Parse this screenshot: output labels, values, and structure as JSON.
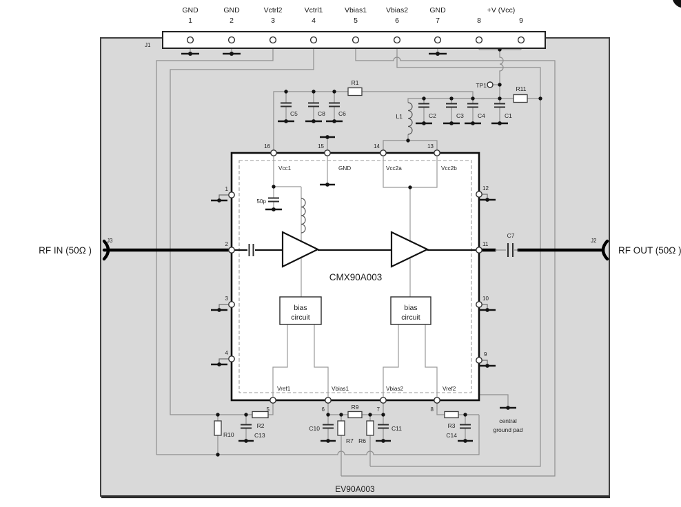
{
  "page": {
    "board_ref": "EV90A003"
  },
  "j1": {
    "ref": "J1",
    "pin_names": [
      "GND",
      "GND",
      "Vctrl2",
      "Vctrl1",
      "Vbias1",
      "Vbias2",
      "GND"
    ],
    "vcc_name": "+V (Vcc)",
    "pin_numbers": [
      "1",
      "2",
      "3",
      "4",
      "5",
      "6",
      "7",
      "8",
      "9"
    ]
  },
  "rf": {
    "in_label": "RF IN (50Ω )",
    "out_label": "RF OUT (50Ω )",
    "j3_ref": "J3",
    "j2_ref": "J2"
  },
  "chip": {
    "part_number": "CMX90A003",
    "top_labels": [
      "Vcc1",
      "GND",
      "Vcc2a",
      "Vcc2b"
    ],
    "bottom_labels": [
      "Vref1",
      "Vbias1",
      "Vbias2",
      "Vref2"
    ],
    "pin_numbers_top": [
      "16",
      "15",
      "14",
      "13"
    ],
    "pin_numbers_bottom": [
      "5",
      "6",
      "7",
      "8"
    ],
    "pin_numbers_left": [
      "1",
      "2",
      "3",
      "4"
    ],
    "pin_numbers_right": [
      "12",
      "11",
      "10",
      "9"
    ],
    "internal_cap": "50p",
    "bias_line1": "bias",
    "bias_line2": "circuit"
  },
  "components": {
    "r1": "R1",
    "r2": "R2",
    "r3": "R3",
    "r6": "R6",
    "r7": "R7",
    "r9": "R9",
    "r10": "R10",
    "r11": "R11",
    "c1": "C1",
    "c2": "C2",
    "c3": "C3",
    "c4": "C4",
    "c5": "C5",
    "c6": "C6",
    "c7": "C7",
    "c8": "C8",
    "c10": "C10",
    "c11": "C11",
    "c13": "C13",
    "c14": "C14",
    "l1": "L1",
    "tp1": "TP1"
  },
  "annotations": {
    "central_ground_line1": "central",
    "central_ground_line2": "ground pad"
  },
  "colors": {
    "board_fill": "#d9d9d9",
    "wire": "#8f8f8f",
    "ink": "#1a1a1a"
  }
}
